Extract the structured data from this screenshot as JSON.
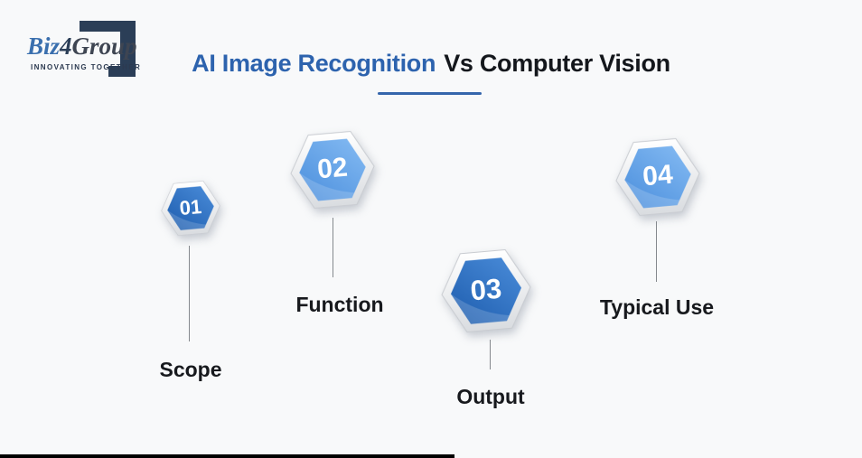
{
  "logo": {
    "brand_part1": "Biz",
    "brand_part2": "4",
    "brand_part3": "Group",
    "tagline": "INNOVATING TOGETHER",
    "colors": {
      "brand_blue": "#3a6fae",
      "brand_dark": "#3e4552",
      "mark_navy": "#2b3e57"
    }
  },
  "header": {
    "title_highlight": "AI Image Recognition",
    "title_rest": "Vs Computer Vision",
    "colors": {
      "highlight": "#2d63ae",
      "rest": "#14171c",
      "underline": "#3566ac"
    }
  },
  "diagram": {
    "items": [
      {
        "number": "01",
        "label": "Scope",
        "variant": "dark"
      },
      {
        "number": "02",
        "label": "Function",
        "variant": "light"
      },
      {
        "number": "03",
        "label": "Output",
        "variant": "dark"
      },
      {
        "number": "04",
        "label": "Typical Use",
        "variant": "light"
      }
    ],
    "colors": {
      "hex_dark_start": "#4a8cd9",
      "hex_dark_end": "#1d5cad",
      "hex_light_start": "#85bbf3",
      "hex_light_end": "#4a8edc",
      "number_text": "#ffffff",
      "connector": "#85898e",
      "label_text": "#17191d"
    }
  },
  "footer": {
    "bar_color": "#000000"
  }
}
